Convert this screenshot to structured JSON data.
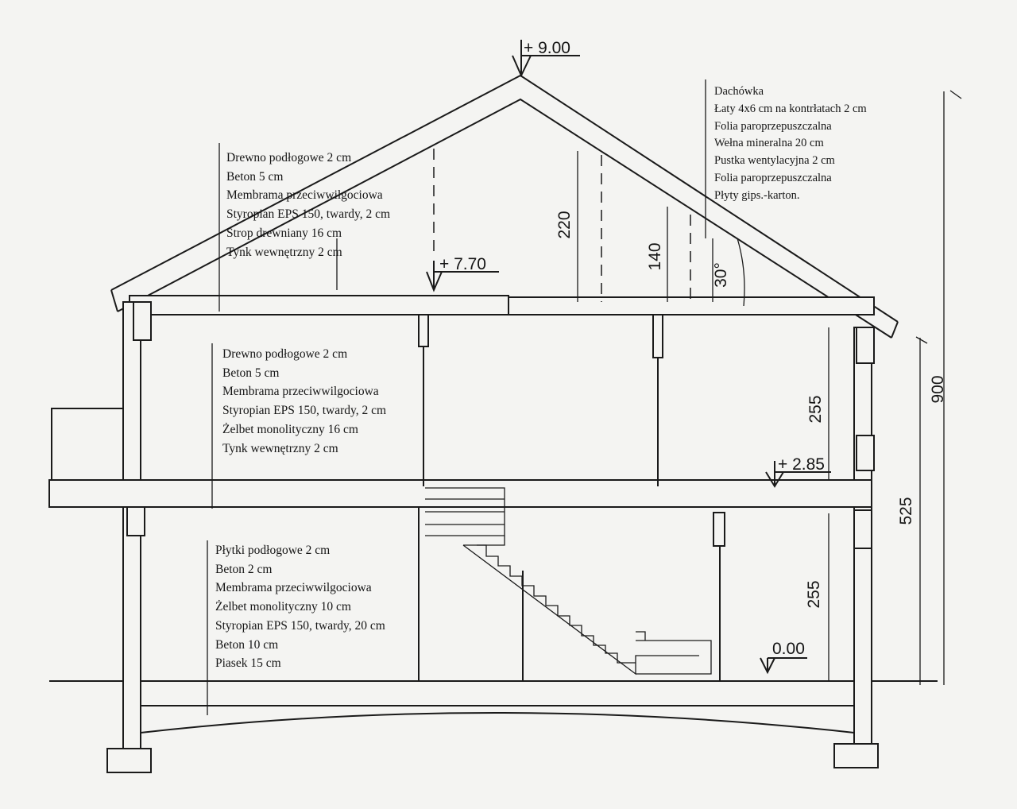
{
  "notes": {
    "attic_floor": [
      "Drewno podłogowe 2 cm",
      "Beton 5 cm",
      "Membrama przeciwwilgociowa",
      "Styropian EPS 150, twardy, 2 cm",
      "Strop drewniany 16 cm",
      "Tynk wewnętrzny 2 cm"
    ],
    "first_floor": [
      "Drewno podłogowe 2 cm",
      "Beton 5 cm",
      "Membrama przeciwwilgociowa",
      "Styropian EPS 150, twardy, 2 cm",
      "Żelbet monolityczny 16 cm",
      "Tynk wewnętrzny 2 cm"
    ],
    "ground_floor": [
      "Płytki podłogowe 2 cm",
      "Beton 2 cm",
      "Membrama przeciwwilgociowa",
      "Żelbet monolityczny 10 cm",
      "Styropian EPS 150, twardy, 20 cm",
      "Beton 10 cm",
      "Piasek 15 cm"
    ],
    "roof": [
      "Dachówka",
      "Łaty 4x6 cm na kontrłatach 2 cm",
      "Folia paroprzepuszczalna",
      "Wełna mineralna 20 cm",
      "Pustka wentylacyjna 2 cm",
      "Folia paroprzepuszczalna",
      "Płyty gips.-karton."
    ]
  },
  "levels": {
    "ridge": "+ 9.00",
    "attic": "+ 7.70",
    "first": "+ 2.85",
    "ground": "0.00"
  },
  "dimensions": {
    "attic_height": "220",
    "kneewall_height": "140",
    "roof_angle": "30°",
    "first_floor_height": "255",
    "ground_floor_height": "255",
    "to_attic": "525",
    "total": "900"
  }
}
